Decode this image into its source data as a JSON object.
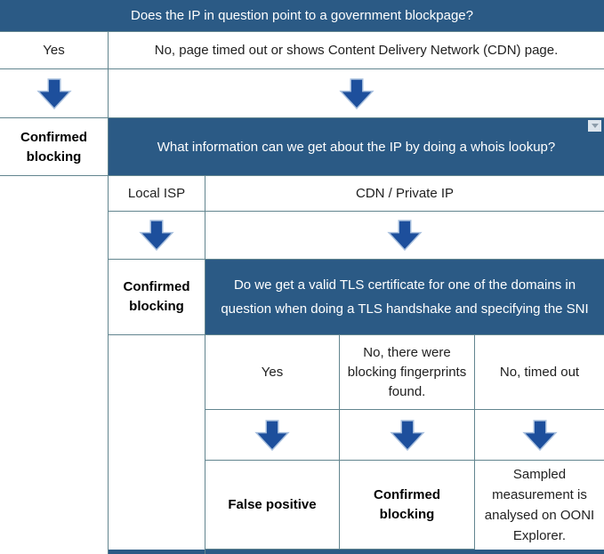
{
  "colors": {
    "header_bg": "#2b5a85",
    "border_color": "#62858f",
    "arrow_fill": "#1d4f9c",
    "arrow_stroke": "#a9c0de",
    "text_color": "#212121",
    "bar_bg": "#2b5a85"
  },
  "flowchart": {
    "question1": "Does the IP in question point to a government blockpage?",
    "branch1": {
      "yes": "Yes",
      "no": "No, page timed out or shows Content Delivery Network (CDN) page.",
      "yes_outcome": "Confirmed blocking"
    },
    "question2": "What information can we get about the IP by doing a whois lookup?",
    "branch2": {
      "left": "Local ISP",
      "right": "CDN / Private IP",
      "left_outcome": "Confirmed blocking"
    },
    "question3": "Do we get a valid TLS certificate for one of the domains in question when doing a TLS handshake and specifying the SNI",
    "branch3": {
      "option1": "Yes",
      "option2": "No, there were blocking fingerprints found.",
      "option3": "No, timed out",
      "outcome1": "False positive",
      "outcome2": "Confirmed blocking",
      "outcome3": "Sampled measurement is analysed on OONI Explorer."
    },
    "icons": {
      "dropdown": "dropdown-arrow"
    }
  }
}
